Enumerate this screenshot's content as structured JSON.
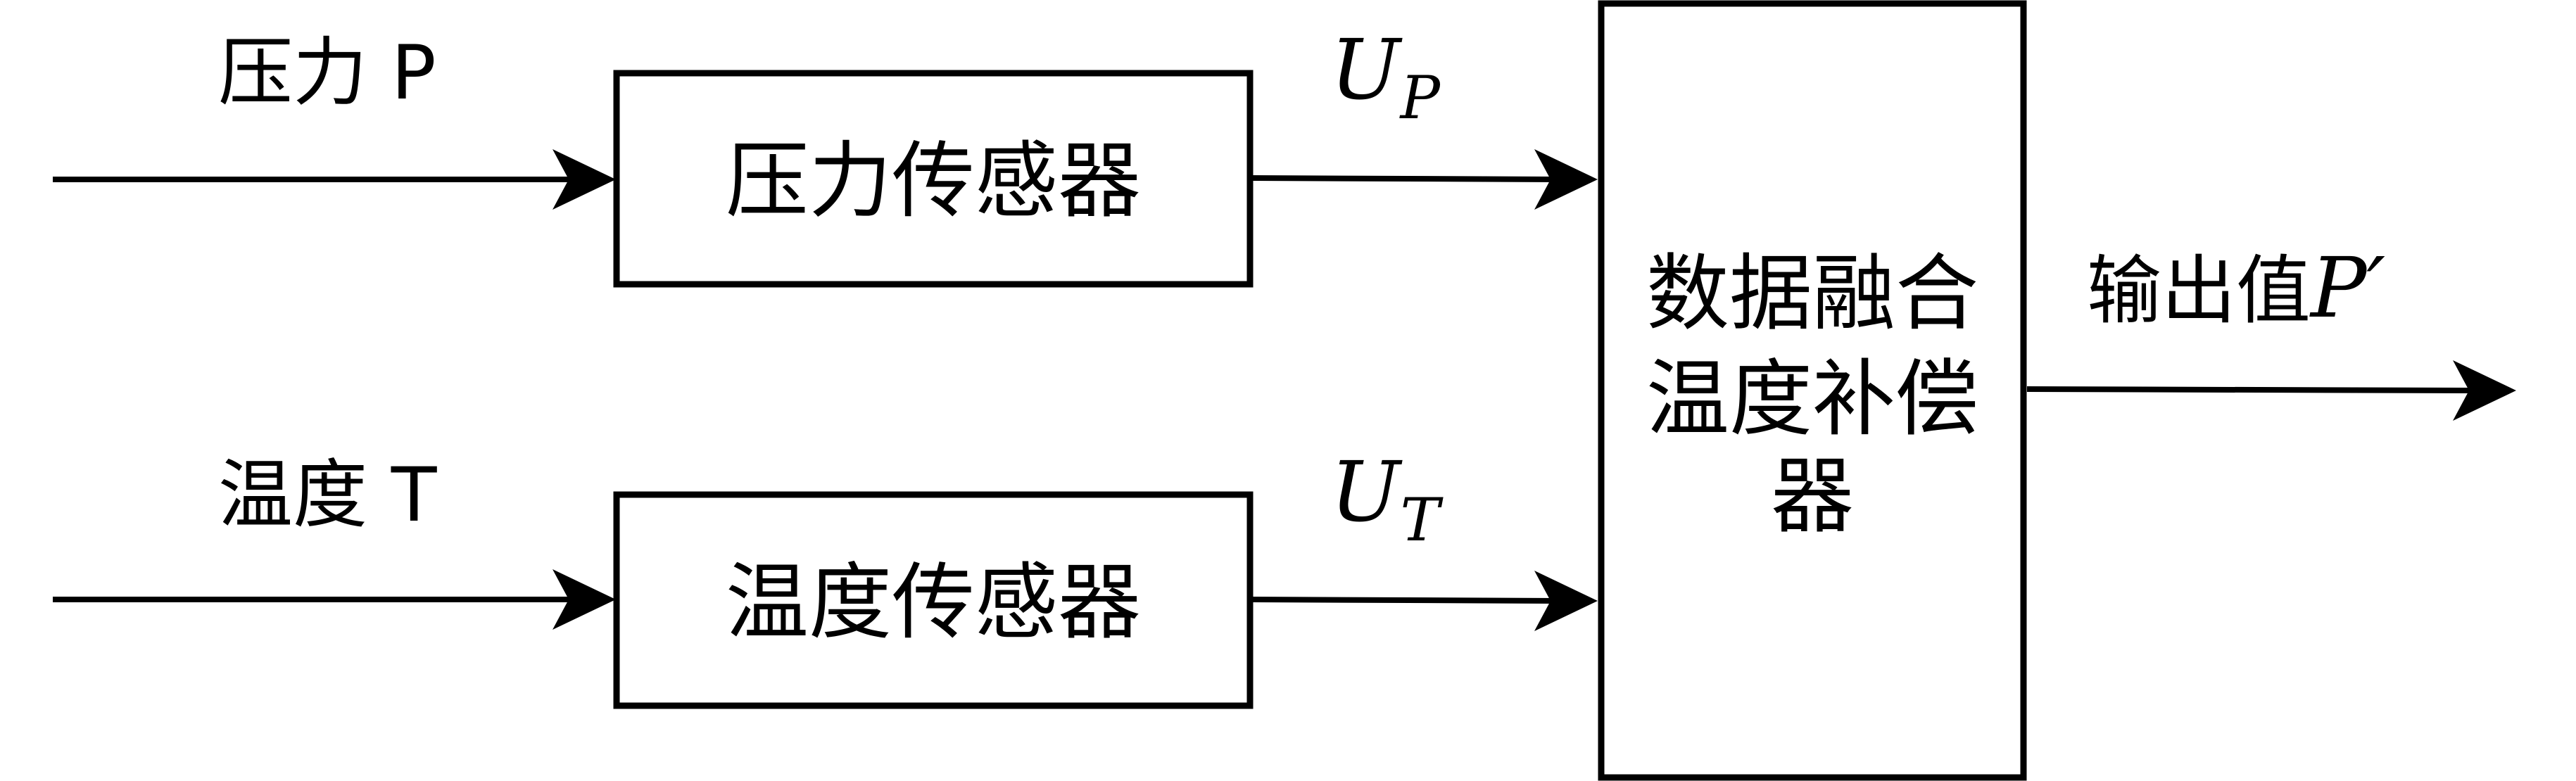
{
  "inputs": {
    "pressure": "压力 P",
    "temperature": "温度 T"
  },
  "sensors": {
    "pressure": "压力传感器",
    "temperature": "温度传感器"
  },
  "signals": {
    "pressure_main": "U",
    "pressure_sub": "P",
    "temperature_main": "U",
    "temperature_sub": "T"
  },
  "fusion": {
    "line1": "数据融合",
    "line2": "温度补偿",
    "line3": "器"
  },
  "output": {
    "label": "输出值",
    "symbol": "P′"
  }
}
